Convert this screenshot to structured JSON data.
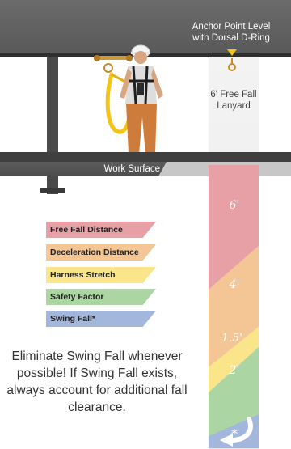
{
  "anchor": {
    "line1": "Anchor Point Level",
    "line2": "with Dorsal D-Ring"
  },
  "lanyard": {
    "line1": "6' Free Fall",
    "line2": "Lanyard"
  },
  "work_surface_label": "Work Surface",
  "legend": [
    {
      "label": "Free Fall Distance",
      "color": "#e7a0a5"
    },
    {
      "label": "Deceleration Distance",
      "color": "#f5c695"
    },
    {
      "label": "Harness Stretch",
      "color": "#fbe58a"
    },
    {
      "label": "Safety Factor",
      "color": "#abd6a3"
    },
    {
      "label": "Swing Fall*",
      "color": "#a3b6db"
    }
  ],
  "clearance": {
    "free_fall": "6'",
    "deceleration": "4'",
    "harness_stretch": "1.5'",
    "safety_factor": "2'",
    "swing_fall": "*"
  },
  "note": "Eliminate Swing Fall whenever possible! If Swing Fall exists, always account for additional fall clearance."
}
